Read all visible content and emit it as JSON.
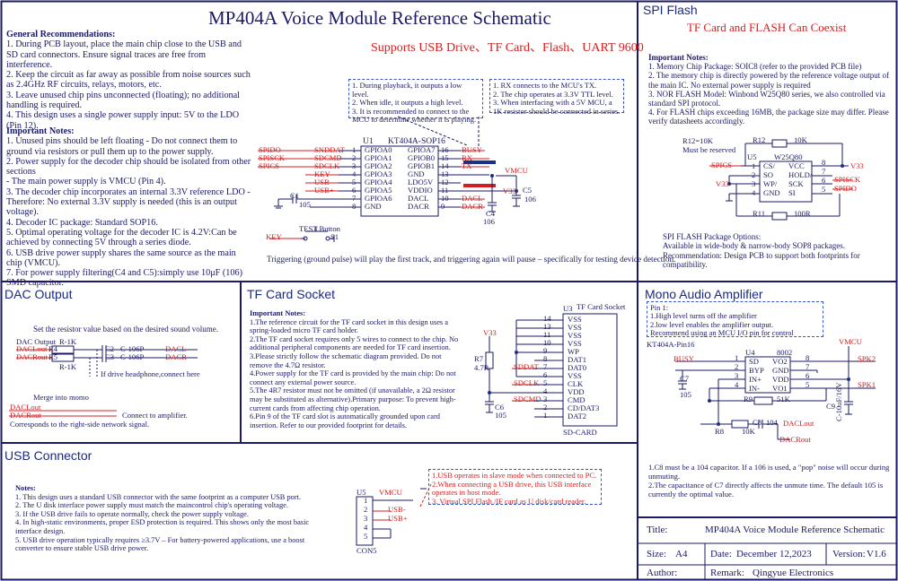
{
  "main_title": "MP404A Voice Module Reference Schematic",
  "subtitle": "Supports USB Drive、TF Card、Flash、UART 9600",
  "general": {
    "heading": "General Recommendations:",
    "lines": [
      "1. During PCB layout, place the main chip close to the USB and SD card connectors. Ensure signal traces are free from interference.",
      "2. Keep the circuit as far away as possible from noise sources such as 2.4GHz RF circuits, relays, motors, etc.",
      "3. Leave unused chip pins unconnected (floating); no additional handling is required.",
      "4. This design uses a single power supply input: 5V to the LDO (Pin 12)."
    ]
  },
  "notes": {
    "heading": "Important Notes:",
    "lines": [
      "1. Unused pins should be left floating - Do not connect them to ground via resistors or pull them up to the power supply.",
      "2. Power supply for the decoder chip should be isolated from other sections",
      "- The main power supply is VMCU (Pin 4).",
      "3. The decoder chip incorporates an internal 3.3V reference LDO - Therefore: No external 3.3V supply is needed (this is an output voltage).",
      "4. Decoder IC package: Standard SOP16.",
      "5. Optimal operating voltage for the decoder IC is 4.2V:Can be achieved by connecting 5V through a series diode.",
      "6. USB drive power supply shares the same source as the main chip (VMCU).",
      "7. For power supply filtering(C4 and C5):simply use 10μF (106) SMD capacitor."
    ]
  },
  "busy_note": [
    "1. During playback, it outputs a low level.",
    "2. When idle, it outputs a high level.",
    "3. It is recommended to connect to the MCU to determine whether it is playing."
  ],
  "rx_note": [
    "1. RX connects to the MCU's TX.",
    "2. The chip operates at 3.3V TTL level.",
    "3. When interfacing with a 5V MCU, a 1K resistor should be connected in series."
  ],
  "main_chip": {
    "ref": "U1",
    "part": "KT404A-SOP16",
    "left_pins": [
      {
        "num": "1",
        "name": "GPIOA0",
        "net": "SNDDAT",
        "ext": "SPIDO"
      },
      {
        "num": "2",
        "name": "GPIOA1",
        "net": "SDCMD",
        "ext": "SPISCK"
      },
      {
        "num": "3",
        "name": "GPIOA2",
        "net": "SDCLK",
        "ext": "SPICS"
      },
      {
        "num": "4",
        "name": "GPIOA3",
        "net": "KEY",
        "ext": ""
      },
      {
        "num": "5",
        "name": "GPIOA4",
        "net": "USB-",
        "ext": ""
      },
      {
        "num": "6",
        "name": "GPIOA5",
        "net": "USB+",
        "ext": ""
      },
      {
        "num": "7",
        "name": "GPIOA6",
        "net": "",
        "ext": ""
      },
      {
        "num": "8",
        "name": "GND",
        "net": "",
        "ext": ""
      }
    ],
    "right_pins": [
      {
        "num": "16",
        "name": "GPIOA7",
        "net": "BUSY"
      },
      {
        "num": "15",
        "name": "GPIOB0",
        "net": "RX"
      },
      {
        "num": "14",
        "name": "GPIOB1",
        "net": "TX"
      },
      {
        "num": "13",
        "name": "GND",
        "net": ""
      },
      {
        "num": "12",
        "name": "LDO5V",
        "net": "VMCU"
      },
      {
        "num": "11",
        "name": "VDDIO",
        "net": "V33"
      },
      {
        "num": "10",
        "name": "DACL",
        "net": "DACL"
      },
      {
        "num": "9",
        "name": "DACR",
        "net": "DACR"
      }
    ],
    "c1": "C1",
    "c1_val": "105",
    "c4": "C4",
    "c4_val": "106",
    "c5": "C5",
    "c5_val": "106",
    "vmcu": "VMCU",
    "v33": "V33"
  },
  "test_button": {
    "label": "TEST Button",
    "ref": "S1",
    "net": "KEY"
  },
  "trigger_note": "Triggering (ground pulse) will play the first track, and triggering again will pause – specifically for testing device detection.",
  "spi": {
    "title": "SPI Flash",
    "subtitle": "TF Card and FLASH Can Coexist",
    "heading": "Important Notes:",
    "lines": [
      "1. Memory Chip Package: SOIC8 (refer to the provided PCB file)",
      "2. The memory chip is directly powered by the reference voltage output of the main IC. No external power supply is required",
      "3. NOR FLASH Model: Winbond W25Q80 series, we also controlled via standard SPI protocol.",
      "4. For FLASH chips exceeding 16MB, the package size may differ. Please verify datasheets accordingly."
    ],
    "r12_note1": "R12=10K",
    "r12_note2": "Must be reserved",
    "r12": "R12",
    "r12_val": "10K",
    "r11": "R11",
    "r11_val": "100R",
    "ref": "U5",
    "part": "W25Q80",
    "left_pins": [
      {
        "num": "1",
        "name": "CS/"
      },
      {
        "num": "2",
        "name": "SO"
      },
      {
        "num": "3",
        "name": "WP/"
      },
      {
        "num": "4",
        "name": "GND"
      }
    ],
    "right_pins": [
      {
        "num": "8",
        "name": "VCC"
      },
      {
        "num": "7",
        "name": "HOLD/"
      },
      {
        "num": "6",
        "name": "SCK"
      },
      {
        "num": "5",
        "name": "SI"
      }
    ],
    "net_spics": "SPICS",
    "net_v33a": "V33",
    "net_v33b": "V33",
    "net_spisck": "SPISCK",
    "net_spido": "SPIDO",
    "opt_title": "SPI FLASH Package Options:",
    "opt_1": "Available in wide-body & narrow-body SOP8 packages.",
    "opt_2": "Recommendation: Design PCB to support both footprints for compatibility."
  },
  "dac": {
    "title": "DAC Output",
    "desc": "Set the resistor value based on the desired sound volume.",
    "out_label": "DAC Output",
    "dacl_out": "DACLout",
    "dacr_out": "DACRout",
    "r4": "R4",
    "r4_val": "R-1K",
    "r5": "R5",
    "r5_val": "R-1K",
    "c2": "C2",
    "c2_val": "C-106P",
    "c3": "C3",
    "c3_val": "C-106P",
    "dacl": "DACL",
    "dacr": "DACR",
    "headphone_note": "If drive headphone,connect here",
    "merge_title": "Merge into momo",
    "merge_l": "DACLout",
    "merge_r": "DACRout",
    "amp_note": "Connect to amplifier.",
    "corr_note": "Corresponds to the right-side network signal."
  },
  "tf": {
    "title": "TF Card Socket",
    "heading": "Important Notes:",
    "lines": [
      "1.The reference circuit for the TF card socket in this design uses a spring-loaded micro TF card holder.",
      "2.The TF card socket requires only 5 wires to connect to the chip. No additional peripheral components are needed for TF card insertion.",
      "3.Please strictly follow the schematic diagram provided. Do not remove the 4.7Ω resistor.",
      "4.Power supply for the TF card is provided by the main chip: Do not connect any external power source.",
      "5.The 4R7 resistor must not be omitted (if unavailable, a 2Ω resistor may be substituted as alternative).Primary purpose: To prevent high-current cards from affecting chip operation.",
      "6.Pin 9 of the TF card slot is automatically grounded upon card insertion. Refer to our provided footprint for details."
    ],
    "ref": "U3",
    "part": "TF Card Socket",
    "part2": "SD-CARD",
    "pins": [
      {
        "num": "14",
        "name": "VSS"
      },
      {
        "num": "13",
        "name": "VSS"
      },
      {
        "num": "11",
        "name": "VSS"
      },
      {
        "num": "10",
        "name": "VSS"
      },
      {
        "num": "9",
        "name": "WP"
      },
      {
        "num": "8",
        "name": "DAT1"
      },
      {
        "num": "7",
        "name": "DAT0"
      },
      {
        "num": "6",
        "name": "VSS"
      },
      {
        "num": "5",
        "name": "CLK"
      },
      {
        "num": "4",
        "name": "VDD"
      },
      {
        "num": "3",
        "name": "CMD"
      },
      {
        "num": "2",
        "name": "CD/DAT3"
      },
      {
        "num": "1",
        "name": "DAT2"
      }
    ],
    "v33": "V33",
    "r7": "R7",
    "r7_val": "4.7R",
    "c6": "C6",
    "c6_val": "105",
    "sddat": "SDDAT",
    "sdclk": "SDCLK",
    "sdcmd": "SDCMD"
  },
  "usb": {
    "title": "USB Connector",
    "heading": "Notes:",
    "lines": [
      "1. This design uses a standard USB connector with the same footprint as a computer USB port.",
      "2. The U disk interface power supply must match the maincontrol chip's operating voltage.",
      "3. If the USB drive fails to operate normally, check the power supply voltage.",
      "4. In high-static environments, proper ESD protection is required. This shows only the most basic interface design.",
      "5. USB drive operation typically requires ≥3.7V – For battery-powered applications, use a boost converter to ensure stable USB drive power."
    ],
    "ref": "U5",
    "part": "CON5",
    "vmcu": "VMCU",
    "usb_minus": "USB-",
    "usb_plus": "USB+",
    "pins": [
      "1",
      "2",
      "3",
      "4",
      "5"
    ],
    "box": [
      "1.USB operates in slave mode when connected to PC.",
      "2.When connecting a USB drive, this USB interface operates in host mode.",
      "3. Virtual SPI Flash /IF card as U disk/card reader."
    ]
  },
  "amp": {
    "title": "Mono Audio Amplifier",
    "box": [
      "Pin 1:",
      "1.High level turns off the amplifier",
      "2.low level enables the amplifier output.",
      "Recommend using an MCU I/O pin for control"
    ],
    "pin_label": "KT404A-Pin16",
    "busy": "BUSY",
    "ref": "U4",
    "part": "8002",
    "left_pins": [
      {
        "num": "1",
        "name": "SD"
      },
      {
        "num": "2",
        "name": "BYP"
      },
      {
        "num": "3",
        "name": "IN+"
      },
      {
        "num": "4",
        "name": "IN-"
      }
    ],
    "right_pins": [
      {
        "num": "8",
        "name": "VO2"
      },
      {
        "num": "7",
        "name": "GND"
      },
      {
        "num": "6",
        "name": "VDD"
      },
      {
        "num": "5",
        "name": "VO1"
      }
    ],
    "vmcu": "VMCU",
    "spk2": "SPK2",
    "spk1": "SPK1",
    "c7": "C7",
    "c7_val": "105",
    "r9": "R9",
    "r9_val": "51K",
    "c9": "C9",
    "c9_val": "C-10uF/16V",
    "r8": "R8",
    "r8_val": "10K",
    "c8": "C8",
    "c8_val": "104",
    "daclout": "DACLout",
    "dacrout": "DACRout",
    "notes": [
      "1.C8 must be a 104 capacitor. If a 106 is used, a \"pop\" noise will occur during unmuting.",
      "2.The capacitance of C7 directly affects the unmute time. The default 105 is currently the optimal value."
    ]
  },
  "titleblock": {
    "title_label": "Title:",
    "title_value": "MP404A Voice Module Reference Schematic",
    "size_label": "Size:",
    "size_value": "A4",
    "date_label": "Date:",
    "date_value": "December 12,2023",
    "version_label": "Version:",
    "version_value": "V1.6",
    "author_label": "Author:",
    "remark_label": "Remark:",
    "remark_value": "Qingyue Electronics"
  }
}
